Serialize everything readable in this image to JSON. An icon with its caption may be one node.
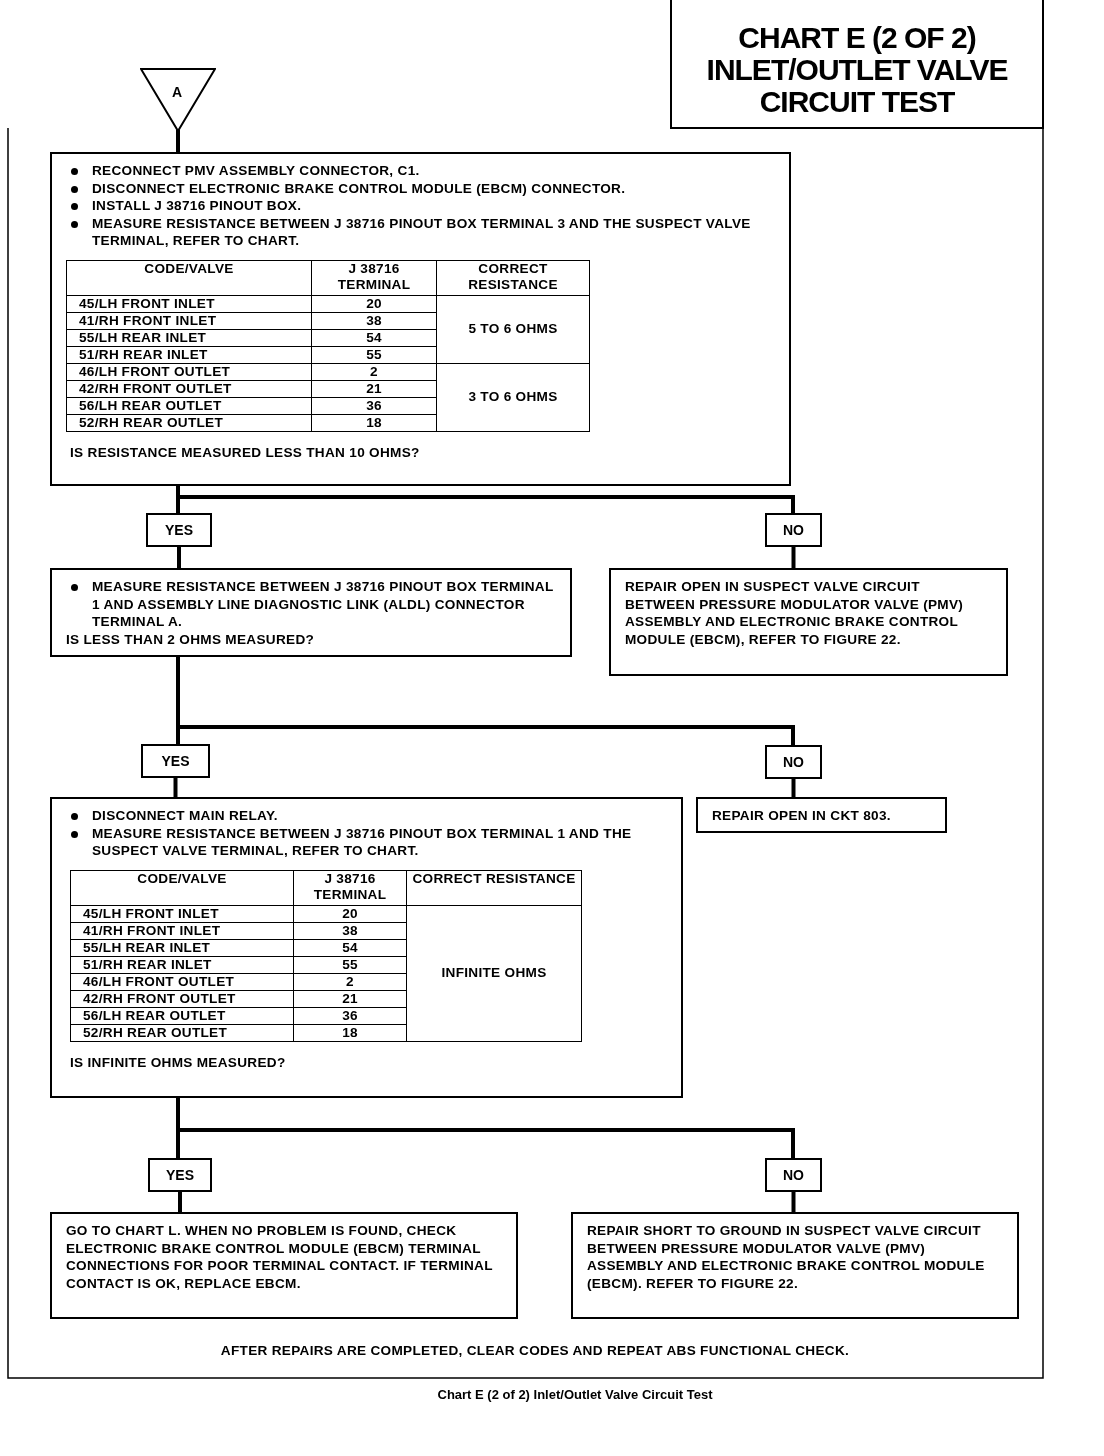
{
  "diagram": {
    "title": "CHART E (2 OF 2) INLET/OUTLET VALVE CIRCUIT TEST",
    "caption": "Chart E (2 of 2) Inlet/Outlet Valve Circuit Test",
    "nodes": [
      {
        "text": [
          "A"
        ]
      },
      {
        "text": [
          "RECONNECT PMV ASSEMBLY CONNECTOR, C1.",
          "DISCONNECT ELECTRONIC BRAKE CONTROL MODULE (EBCM) CONNECTOR.",
          "INSTALL J 38716 PINOUT BOX.",
          "MEASURE RESISTANCE BETWEEN J 38716 PINOUT BOX TERMINAL 3 AND THE SUSPECT VALVE TERMINAL, REFER TO CHART.",
          "IS RESISTANCE MEASURED LESS THAN 10 OHMS?"
        ]
      },
      {
        "text": [
          "YES"
        ]
      },
      {
        "text": [
          "NO"
        ]
      },
      {
        "text": [
          "MEASURE RESISTANCE BETWEEN J 38716 PINOUT BOX TERMINAL 1 AND ASSEMBLY LINE DIAGNOSTIC LINK (ALDL) CONNECTOR TERMINAL A.",
          "IS LESS THAN 2 OHMS MEASURED?"
        ]
      },
      {
        "text": [
          "REPAIR OPEN IN SUSPECT VALVE CIRCUIT BETWEEN PRESSURE MODULATOR VALVE (PMV) ASSEMBLY AND ELECTRONIC BRAKE CONTROL MODULE (EBCM), REFER TO FIGURE 22."
        ]
      },
      {
        "text": [
          "YES"
        ]
      },
      {
        "text": [
          "NO"
        ]
      },
      {
        "text": [
          "DISCONNECT MAIN RELAY.",
          "MEASURE RESISTANCE BETWEEN J 38716 PINOUT BOX TERMINAL 1 AND THE SUSPECT VALVE TERMINAL, REFER TO CHART.",
          "IS INFINITE OHMS MEASURED?"
        ]
      },
      {
        "text": [
          "REPAIR OPEN IN CKT 803."
        ]
      },
      {
        "text": [
          "YES"
        ]
      },
      {
        "text": [
          "NO"
        ]
      },
      {
        "text": [
          "GO TO CHART L. WHEN NO PROBLEM IS FOUND, CHECK ELECTRONIC BRAKE CONTROL MODULE (EBCM) TERMINAL CONNECTIONS FOR POOR TERMINAL CONTACT. IF TERMINAL CONTACT IS OK, REPLACE EBCM."
        ]
      },
      {
        "text": [
          "REPAIR SHORT TO GROUND IN SUSPECT VALVE CIRCUIT BETWEEN PRESSURE MODULATOR VALVE (PMV) ASSEMBLY AND ELECTRONIC BRAKE CONTROL MODULE (EBCM). REFER TO FIGURE 22."
        ]
      }
    ],
    "edges": [
      {
        "from": 0,
        "to": 1,
        "arrow": "none"
      },
      {
        "from": 1,
        "to": 2,
        "arrow": "none"
      },
      {
        "from": 1,
        "to": 3,
        "arrow": "none"
      },
      {
        "from": 2,
        "to": 4,
        "arrow": "none"
      },
      {
        "from": 3,
        "to": 5,
        "arrow": "none"
      },
      {
        "from": 4,
        "to": 6,
        "arrow": "none"
      },
      {
        "from": 4,
        "to": 7,
        "arrow": "none"
      },
      {
        "from": 6,
        "to": 8,
        "arrow": "none"
      },
      {
        "from": 7,
        "to": 9,
        "arrow": "none"
      },
      {
        "from": 8,
        "to": 10,
        "arrow": "none"
      },
      {
        "from": 8,
        "to": 11,
        "arrow": "none"
      },
      {
        "from": 10,
        "to": 12,
        "arrow": "none"
      },
      {
        "from": 11,
        "to": 13,
        "arrow": "none"
      }
    ],
    "labels": [
      "CODE/VALVE",
      "J 38716 TERMINAL",
      "CORRECT RESISTANCE",
      "45/LH FRONT INLET",
      "20",
      "5 TO 6 OHMS",
      "41/RH FRONT INLET",
      "38",
      "55/LH REAR INLET",
      "54",
      "51/RH REAR INLET",
      "55",
      "46/LH FRONT OUTLET",
      "2",
      "3 TO 6 OHMS",
      "42/RH FRONT OUTLET",
      "21",
      "56/LH REAR OUTLET",
      "36",
      "52/RH REAR OUTLET",
      "18",
      "CODE/VALVE",
      "J 38716 TERMINAL",
      "CORRECT RESISTANCE",
      "45/LH FRONT INLET",
      "20",
      "INFINITE OHMS",
      "41/RH FRONT INLET",
      "38",
      "55/LH REAR INLET",
      "54",
      "51/RH REAR INLET",
      "55",
      "46/LH FRONT OUTLET",
      "2",
      "42/RH FRONT OUTLET",
      "21",
      "56/LH REAR OUTLET",
      "36",
      "52/RH REAR OUTLET",
      "18",
      "AFTER REPAIRS ARE COMPLETED, CLEAR CODES AND REPEAT ABS FUNCTIONAL CHECK."
    ]
  }
}
